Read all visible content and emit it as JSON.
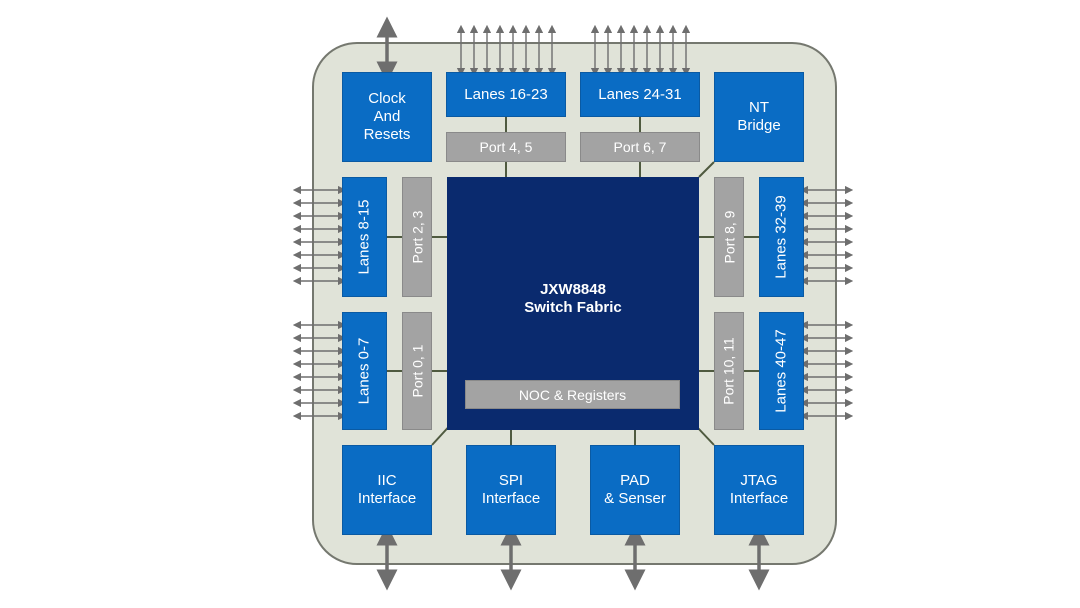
{
  "colors": {
    "chip_bg": "#e0e3d8",
    "chip_border": "#75786f",
    "block_blue": "#0a6cc4",
    "fabric_navy": "#0a2a6e",
    "port_gray": "#a3a3a3",
    "connector": "#4f5a3f",
    "arrow": "#6e6e6e"
  },
  "blocks": {
    "clock": "Clock\nAnd\nResets",
    "nt_bridge": "NT\nBridge",
    "lanes_16_23": "Lanes 16-23",
    "lanes_24_31": "Lanes 24-31",
    "port_4_5": "Port 4, 5",
    "port_6_7": "Port 6, 7",
    "lanes_8_15": "Lanes 8-15",
    "port_2_3": "Port 2, 3",
    "lanes_0_7": "Lanes 0-7",
    "port_0_1": "Port 0, 1",
    "port_8_9": "Port 8, 9",
    "lanes_32_39": "Lanes 32-39",
    "port_10_11": "Port 10, 11",
    "lanes_40_47": "Lanes 40-47",
    "fabric_line1": "JXW8848",
    "fabric_line2": "Switch Fabric",
    "noc": "NOC & Registers",
    "iic": "IIC\nInterface",
    "spi": "SPI\nInterface",
    "pad": "PAD\n& Senser",
    "jtag": "JTAG\nInterface"
  }
}
